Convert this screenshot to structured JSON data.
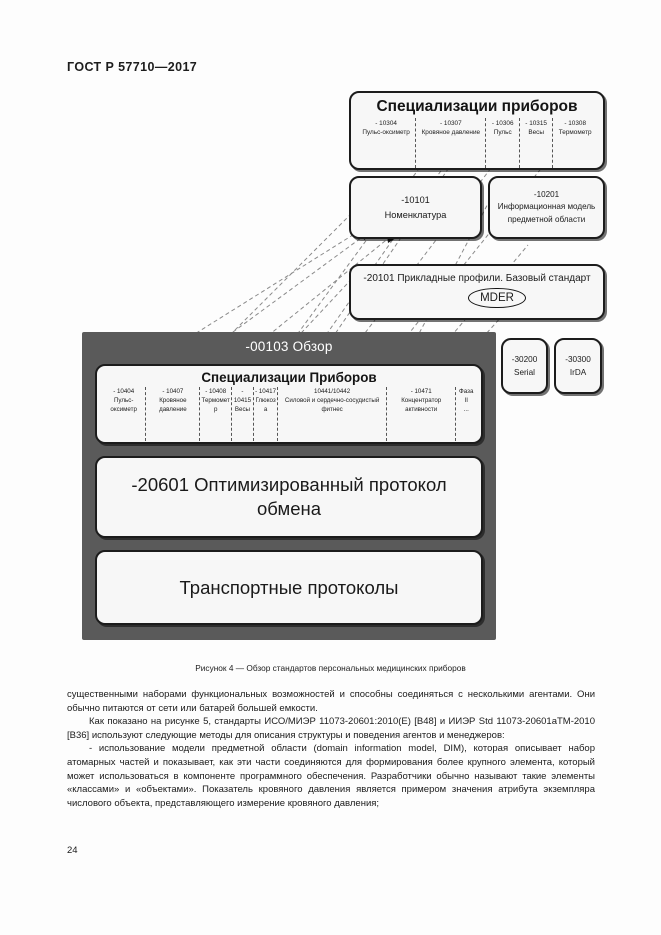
{
  "document": {
    "header": "ГОСТ Р 57710—2017",
    "page_number": "24"
  },
  "figure": {
    "caption": "Рисунок 4 — Обзор стандартов персональных медицинских приборов",
    "top_specializations": {
      "title": "Специализации приборов",
      "cells": [
        {
          "code": "- 10304",
          "name": "Пульс-оксиметр"
        },
        {
          "code": "- 10307",
          "name": "Кровяное давление"
        },
        {
          "code": "- 10306",
          "name": "Пульс"
        },
        {
          "code": "- 10315",
          "name": "Весы"
        },
        {
          "code": "- 10308",
          "name": "Термометр"
        }
      ]
    },
    "nomenclature": {
      "code": "-10101",
      "name": "Номенклатура"
    },
    "domain_information_model": {
      "code": "-10201",
      "name": "Информационная модель предметной области"
    },
    "base_standard": {
      "label": "-20101 Прикладные профили. Базовый стандарт",
      "badge": "MDER"
    },
    "transport_serial": {
      "code": "-30200",
      "name": "Serial"
    },
    "transport_irda": {
      "code": "-30300",
      "name": "IrDA"
    },
    "overview_panel": {
      "header": "-00103 Обзор",
      "specializations": {
        "title": "Специализации Приборов",
        "cells": [
          {
            "code": "- 10404",
            "name": "Пульс-оксиметр"
          },
          {
            "code": "- 10407",
            "name": "Кровяное давление"
          },
          {
            "code": "- 10408",
            "name": "Термометр"
          },
          {
            "code": "- 10415",
            "name": "Весы"
          },
          {
            "code": "- 10417",
            "name": "Глюкоза"
          },
          {
            "code": "10441/10442",
            "name": "Силовой и сердечно-сосудистый фитнес"
          },
          {
            "code": "- 10471",
            "name": "Концентратор активности"
          },
          {
            "code": "Фаза II",
            "name": "..."
          }
        ]
      },
      "optimized_protocol": "-20601 Оптимизированный протокол обмена",
      "transport_protocols": "Транспортные протоколы"
    }
  },
  "body": {
    "paragraph_1": "существенными наборами функциональных возможностей и способны соединяться с несколькими агентами. Они обычно питаются от сети или батарей большей емкости.",
    "paragraph_2": "Как показано на рисунке 5, стандарты ИСО/МИЭР 11073-20601:2010(E) [В48] и ИИЭР Std 11073-20601aTM-2010 [В36] используют следующие методы для описания структуры и поведения агентов и менеджеров:",
    "paragraph_3": "- использование модели предметной области (domain information model, DIM), которая описывает набор атомарных частей и показывает, как эти части соединяются для формирования более крупного элемента, который может использоваться в компоненте программного обеспечения. Разработчики обычно называют такие элементы «классами» и «объектами». Показатель кровяного давления является примером значения атрибута экземпляра числового объекта, представляющего измерение кровяного давления;"
  },
  "colors": {
    "panel_background": "#5a5a5a",
    "node_background": "#f7f7f7",
    "node_border": "#1c1c1c",
    "page_background": "#fdfdfd"
  }
}
